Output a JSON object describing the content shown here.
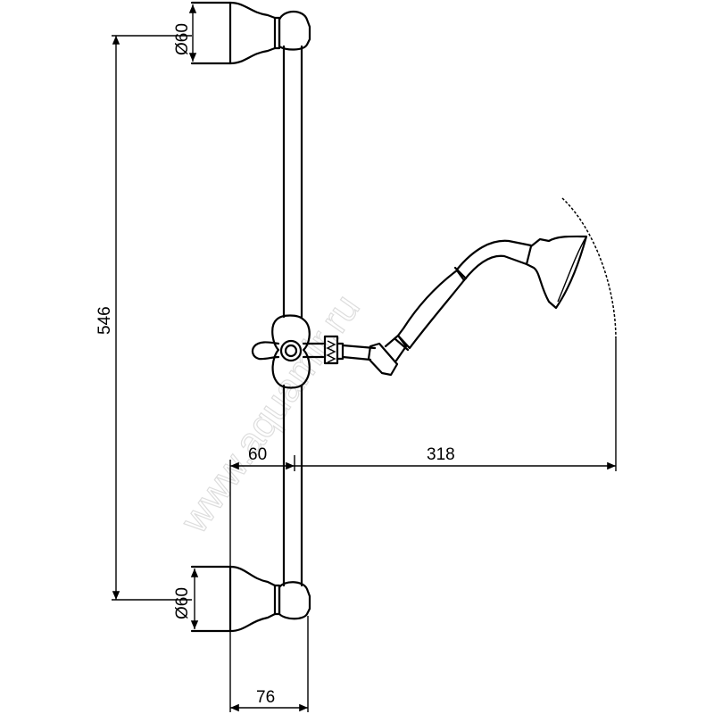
{
  "dimensions": {
    "top_bracket_diameter": "Ø60",
    "bottom_bracket_diameter": "Ø60",
    "rail_height": "546",
    "wall_to_rail_offset": "60",
    "rail_to_head_reach": "318",
    "bracket_depth": "76"
  },
  "watermark": "www.aquamir.ru",
  "colors": {
    "line": "#000000",
    "background": "#ffffff",
    "watermark": "#dddddd"
  }
}
